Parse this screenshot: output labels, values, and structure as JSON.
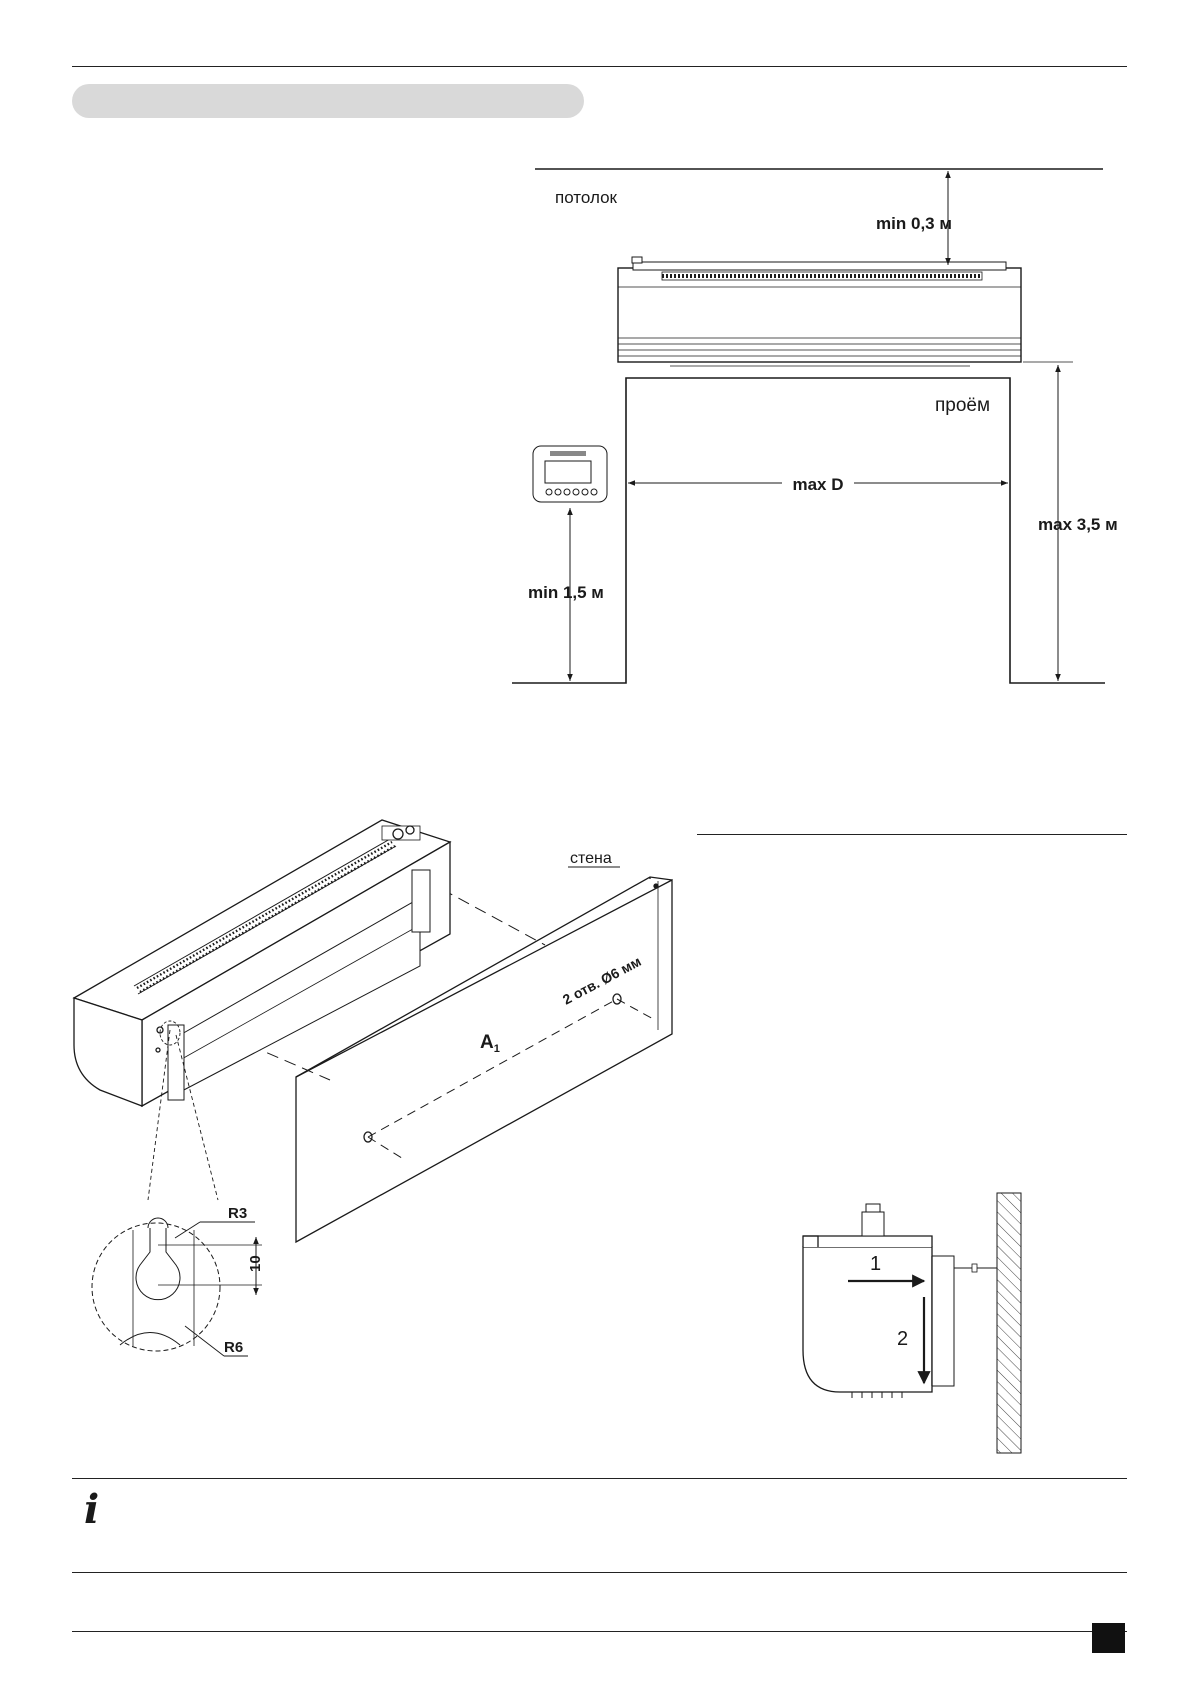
{
  "diagram1": {
    "ceiling_label": "потолок",
    "min_top_label": "min 0,3 м",
    "opening_label": "проём",
    "max_d_label": "max D",
    "max_height_label": "max 3,5 м",
    "min_panel_label": "min 1,5 м"
  },
  "diagram2": {
    "wall_label": "стена",
    "holes_label": "2 отв. Ø6 мм",
    "a_label": "A",
    "a_subscript": "1",
    "r3_label": "R3",
    "r6_label": "R6",
    "dim10_label": "10"
  },
  "diagram3": {
    "step1_label": "1",
    "step2_label": "2"
  },
  "colors": {
    "line": "#1a1a1a",
    "pill": "#d9d9d9"
  }
}
